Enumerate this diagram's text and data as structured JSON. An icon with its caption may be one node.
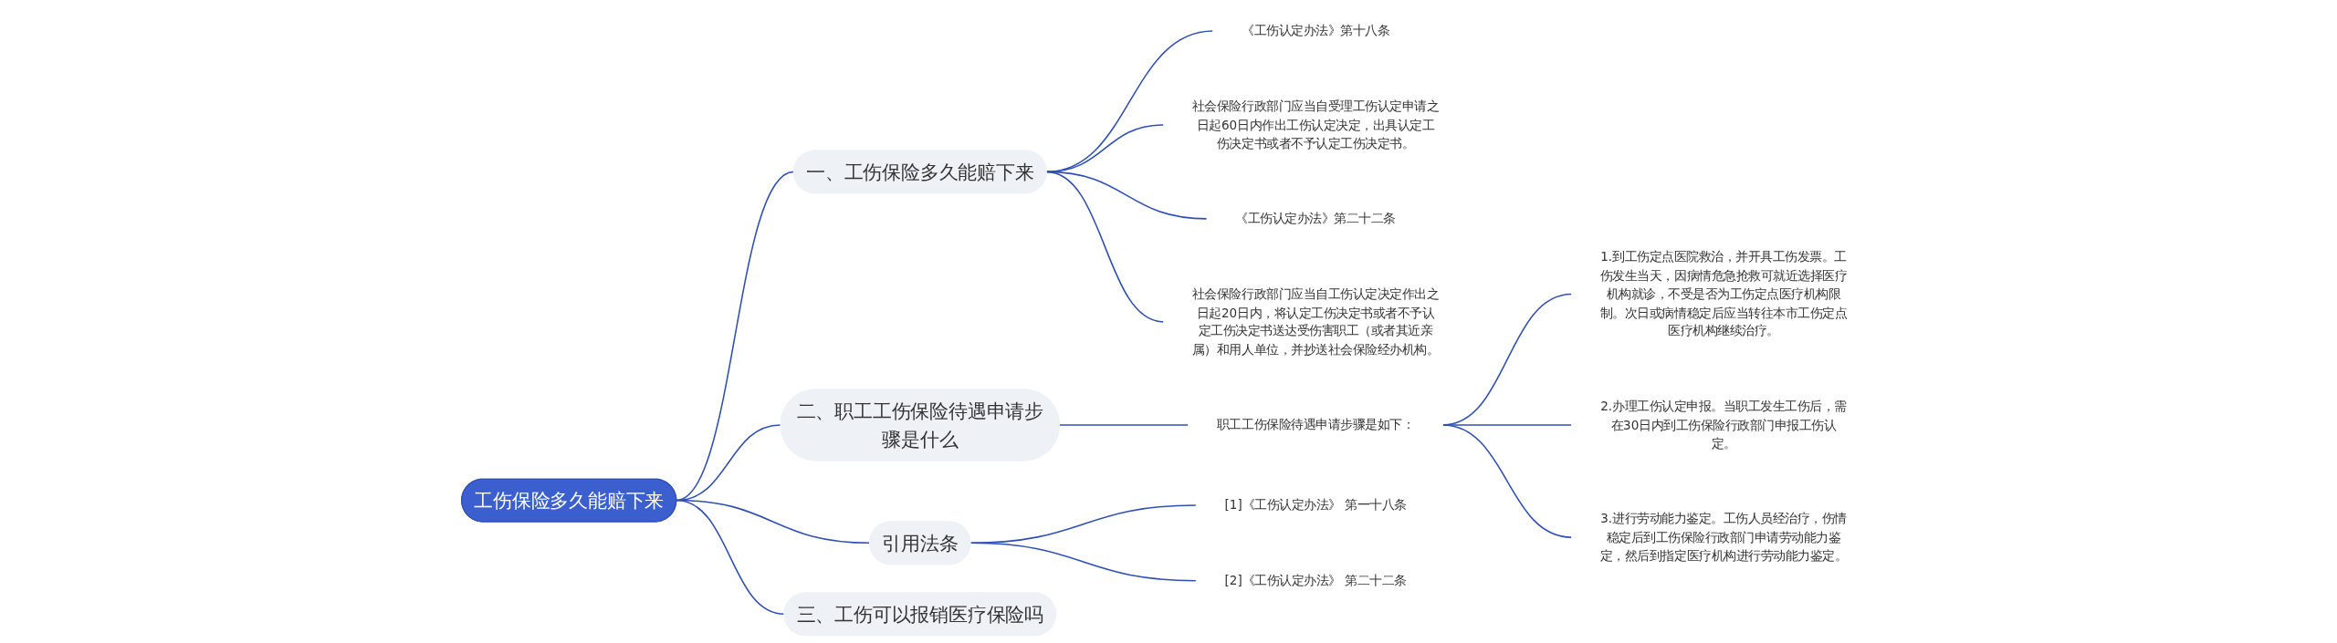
{
  "diagram": {
    "nodes": [
      {
        "text": [
          "工伤保险多久能赔下来"
        ]
      },
      {
        "text": [
          "一、工伤保险多久能赔下来"
        ]
      },
      {
        "text": [
          "《工伤认定办法》第十八条"
        ]
      },
      {
        "text": [
          "社会保险行政部门应当自受理工伤认定申请之日起60日内作出工伤认定决定，出具认定工伤决定书或者不予认定工伤决定书。"
        ]
      },
      {
        "text": [
          "《工伤认定办法》第二十二条"
        ]
      },
      {
        "text": [
          "社会保险行政部门应当自工伤认定决定作出之日起20日内，将认定工伤决定书或者不予认定工伤决定书送达受伤害职工（或者其近亲属）和用人单位，并抄送社会保险经办机构。"
        ]
      },
      {
        "text": [
          "二、职工工伤保险待遇申请步骤是什么"
        ]
      },
      {
        "text": [
          "职工工伤保险待遇申请步骤是如下："
        ]
      },
      {
        "text": [
          "1.到工伤定点医院救治，并开具工伤发票。工伤发生当天，因病情危急抢救可就近选择医疗机构就诊，不受是否为工伤定点医疗机构限制。次日或病情稳定后应当转往本市工伤定点医疗机构继续治疗。"
        ]
      },
      {
        "text": [
          "2.办理工伤认定申报。当职工发生工伤后，需在30日内到工伤保险行政部门申报工伤认定。"
        ]
      },
      {
        "text": [
          "3.进行劳动能力鉴定。工伤人员经治疗，伤情稳定后到工伤保险行政部门申请劳动能力鉴定，然后到指定医疗机构进行劳动能力鉴定。"
        ]
      },
      {
        "text": [
          "引用法条"
        ]
      },
      {
        "text": [
          "[1]《工伤认定办法》 第一十八条"
        ]
      },
      {
        "text": [
          "[2]《工伤认定办法》 第二十二条"
        ]
      },
      {
        "text": [
          "三、工伤可以报销医疗保险吗"
        ]
      }
    ],
    "edges": [
      {
        "from": 0,
        "to": 1,
        "arrow": "none"
      },
      {
        "from": 1,
        "to": 2,
        "arrow": "none"
      },
      {
        "from": 1,
        "to": 3,
        "arrow": "none"
      },
      {
        "from": 1,
        "to": 4,
        "arrow": "none"
      },
      {
        "from": 1,
        "to": 5,
        "arrow": "none"
      },
      {
        "from": 0,
        "to": 6,
        "arrow": "none"
      },
      {
        "from": 6,
        "to": 7,
        "arrow": "none"
      },
      {
        "from": 7,
        "to": 8,
        "arrow": "none"
      },
      {
        "from": 7,
        "to": 9,
        "arrow": "none"
      },
      {
        "from": 7,
        "to": 10,
        "arrow": "none"
      },
      {
        "from": 0,
        "to": 11,
        "arrow": "none"
      },
      {
        "from": 11,
        "to": 12,
        "arrow": "none"
      },
      {
        "from": 11,
        "to": 13,
        "arrow": "none"
      },
      {
        "from": 0,
        "to": 14,
        "arrow": "none"
      }
    ]
  }
}
